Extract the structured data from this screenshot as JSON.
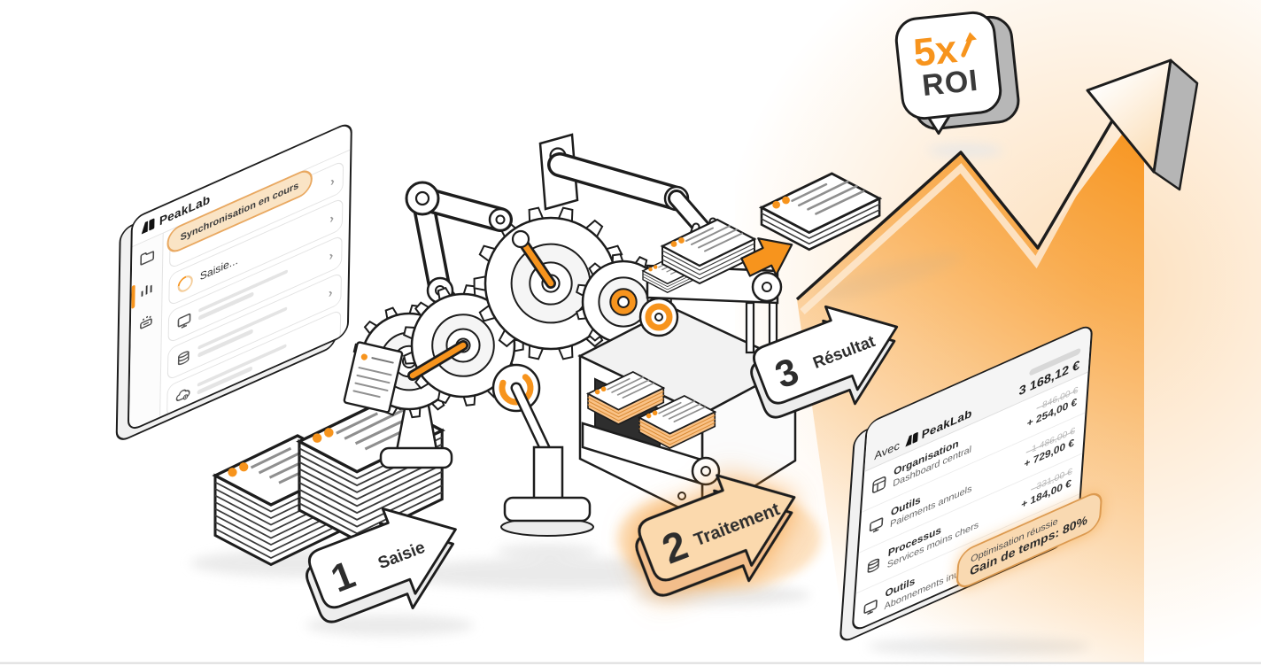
{
  "colors": {
    "accent": "#F7941D",
    "outline": "#1d1d1d",
    "badge_fill": "#F9D9B1",
    "badge_border": "#DC9A50"
  },
  "left_panel": {
    "logo_text": "PeakLab",
    "sync_badge": "Synchronisation en cours",
    "loading_item": "Saisie...",
    "chevron": "›",
    "sidebar_icons": [
      "folder-icon",
      "bar-chart-icon",
      "printer-icon"
    ],
    "row_icons": [
      "monitor-icon",
      "database-icon",
      "cloud-icon"
    ]
  },
  "steps": [
    {
      "number": "1",
      "label": "Saisie"
    },
    {
      "number": "2",
      "label": "Traitement"
    },
    {
      "number": "3",
      "label": "Résultat"
    }
  ],
  "roi_badge": {
    "multiplier": "5x",
    "label": "ROI"
  },
  "right_panel": {
    "header_prefix": "Avec",
    "logo_text": "PeakLab",
    "total": "3 168,12 €",
    "rows": [
      {
        "icon": "layout-grid-icon",
        "title": "Organisation",
        "subtitle": "Dashboard central",
        "old_value": "- 846,00 €",
        "new_value": "+ 254,00 €"
      },
      {
        "icon": "monitor-icon",
        "title": "Outils",
        "subtitle": "Paiements annuels",
        "old_value": "- 1 486,00 €",
        "new_value": "+ 729,00 €"
      },
      {
        "icon": "database-icon",
        "title": "Processus",
        "subtitle": "Services moins chers",
        "old_value": "- 331,00 €",
        "new_value": "+ 184,00 €"
      },
      {
        "icon": "monitor-icon",
        "title": "Outils",
        "subtitle": "Abonnements inutiles"
      }
    ],
    "success_badge": {
      "line1": "Optimisation réussie",
      "line2": "Gain de temps: 80%"
    }
  }
}
